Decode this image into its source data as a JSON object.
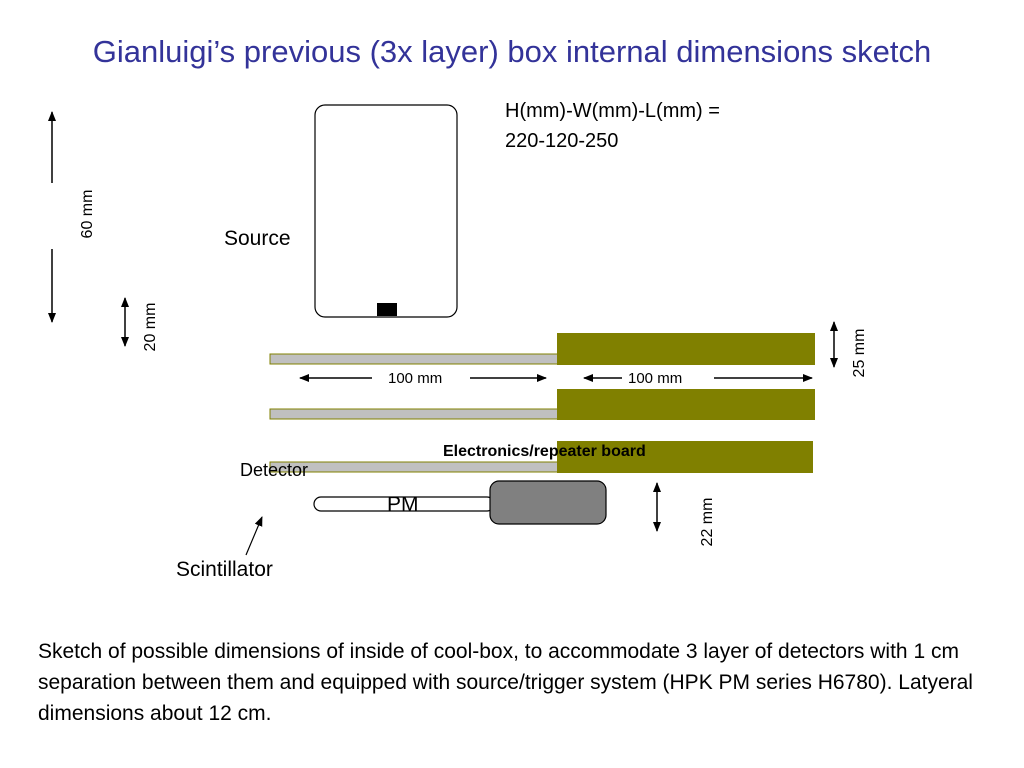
{
  "title": "Gianluigi’s previous (3x layer) box internal dimensions sketch",
  "dimensions": {
    "line1": "H(mm)-W(mm)-L(mm) =",
    "line2": "220-120-250"
  },
  "labels": {
    "source": "Source",
    "detector": "Detector",
    "pm": "PM",
    "scintillator": "Scintillator",
    "electronics": "Electronics/repeater board",
    "dim_60": "60 mm",
    "dim_20": "20 mm",
    "dim_25": "25 mm",
    "dim_22": "22 mm",
    "dim_100_left": "100 mm",
    "dim_100_right": "100 mm"
  },
  "note": "Sketch of possible dimensions of inside of cool-box, to accommodate 3 layer of detectors with 1 cm separation between them and equipped with source/trigger system (HPK PM series H6780). Latyeral dimensions about 12 cm.",
  "colors": {
    "title": "#333399",
    "electronics_board": "#808000",
    "detector_strip": "#c0c0c0",
    "pm_body": "#808080"
  }
}
